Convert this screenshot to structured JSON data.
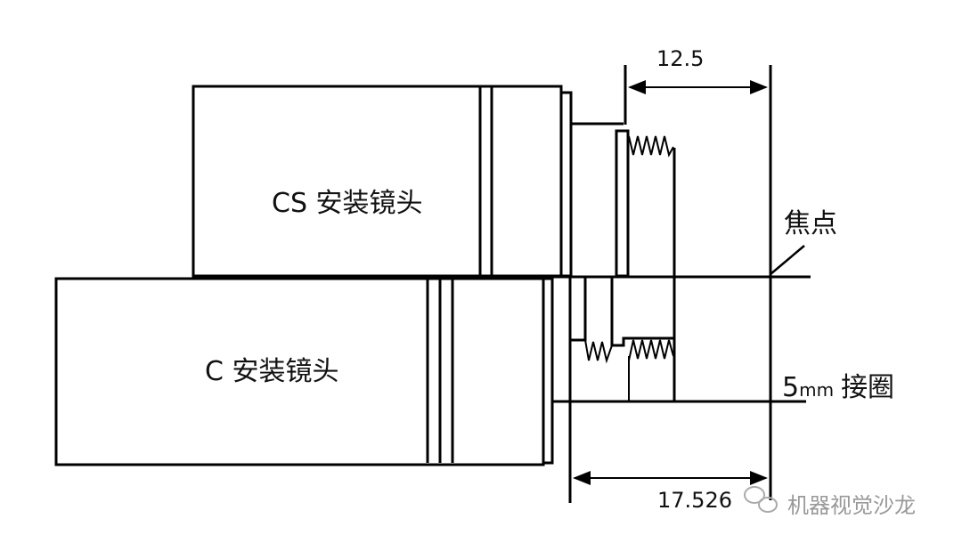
{
  "labels": {
    "cs_lens": "CS 安装镜头",
    "c_lens": "C 安装镜头",
    "focal_point": "焦点",
    "spacer_ring_number": "5",
    "spacer_ring_unit": "mm",
    "spacer_ring_text": "接圈",
    "cs_flange_distance": "12.5",
    "c_flange_distance": "17.526"
  },
  "watermark": {
    "text": "机器视觉沙龙",
    "icon": "wechat-icon"
  },
  "colors": {
    "line": "#000000",
    "watermark": "#999999"
  }
}
